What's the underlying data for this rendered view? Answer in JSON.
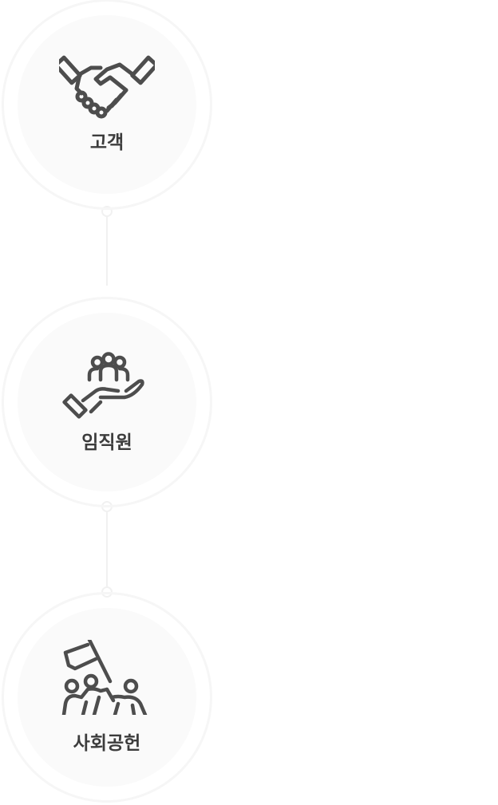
{
  "nodes": [
    {
      "label": "고객",
      "icon": "handshake-icon"
    },
    {
      "label": "임직원",
      "icon": "hand-holding-people-icon"
    },
    {
      "label": "사회공헌",
      "icon": "people-with-flag-icon"
    }
  ],
  "colors": {
    "icon_stroke": "#4d4d4d",
    "label_text": "#3c3c3c",
    "disk_fill": "#fafafa",
    "ring_stroke": "#f6f6f6",
    "connector": "#f1f1f1"
  }
}
